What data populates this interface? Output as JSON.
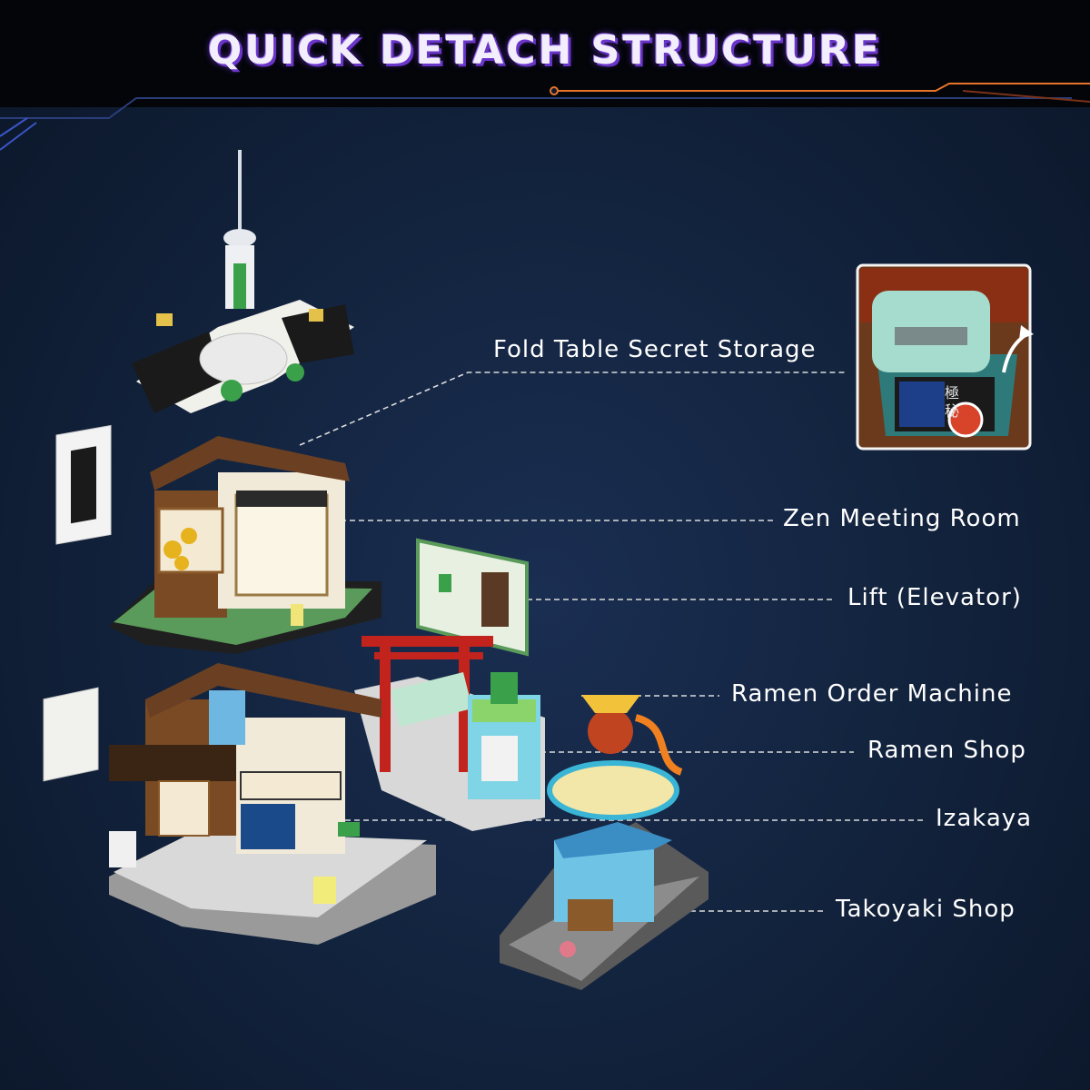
{
  "title": "QUICK DETACH STRUCTURE",
  "labels": {
    "fold_table": "Fold Table Secret Storage",
    "zen": "Zen Meeting Room",
    "lift": "Lift (Elevator)",
    "ramen_machine": "Ramen Order Machine",
    "ramen_shop": "Ramen Shop",
    "izakaya": "Izakaya",
    "takoyaki": "Takoyaki Shop"
  },
  "inset": {
    "calligraphy_1": "極",
    "calligraphy_2": "秘"
  },
  "colors": {
    "header_bg": "#030509",
    "title_shadow": "#6a35c9",
    "accent_orange": "#e8742a",
    "page_bg": "#13243f"
  }
}
